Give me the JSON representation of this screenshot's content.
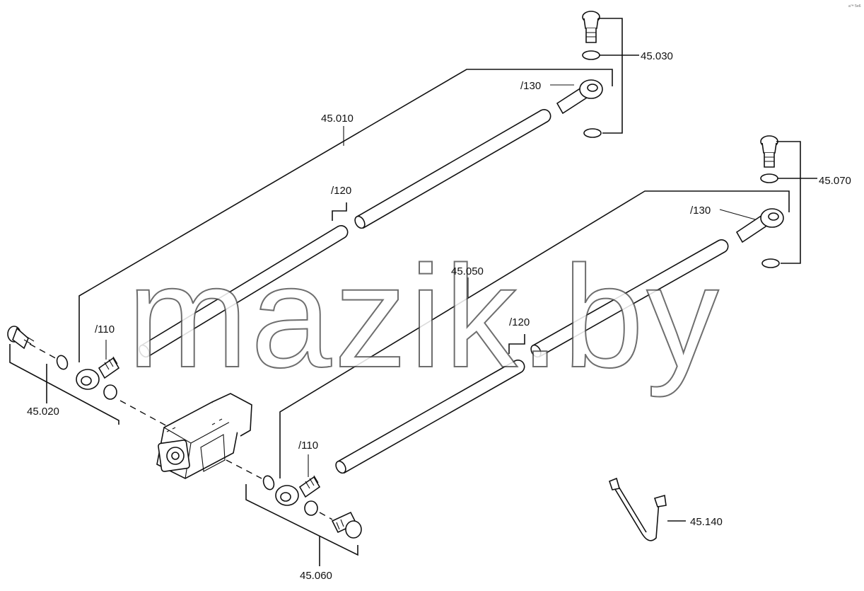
{
  "corner_mark": "a™ 5e6",
  "watermark": "mazik.by",
  "labels": {
    "l45010": "45.010",
    "l45020": "45.020",
    "l45030": "45.030",
    "l45050": "45.050",
    "l45060": "45.060",
    "l45070": "45.070",
    "l45140": "45.140",
    "p110a": "/110",
    "p110b": "/110",
    "p120a": "/120",
    "p120b": "/120",
    "p130a": "/130",
    "p130b": "/130"
  }
}
